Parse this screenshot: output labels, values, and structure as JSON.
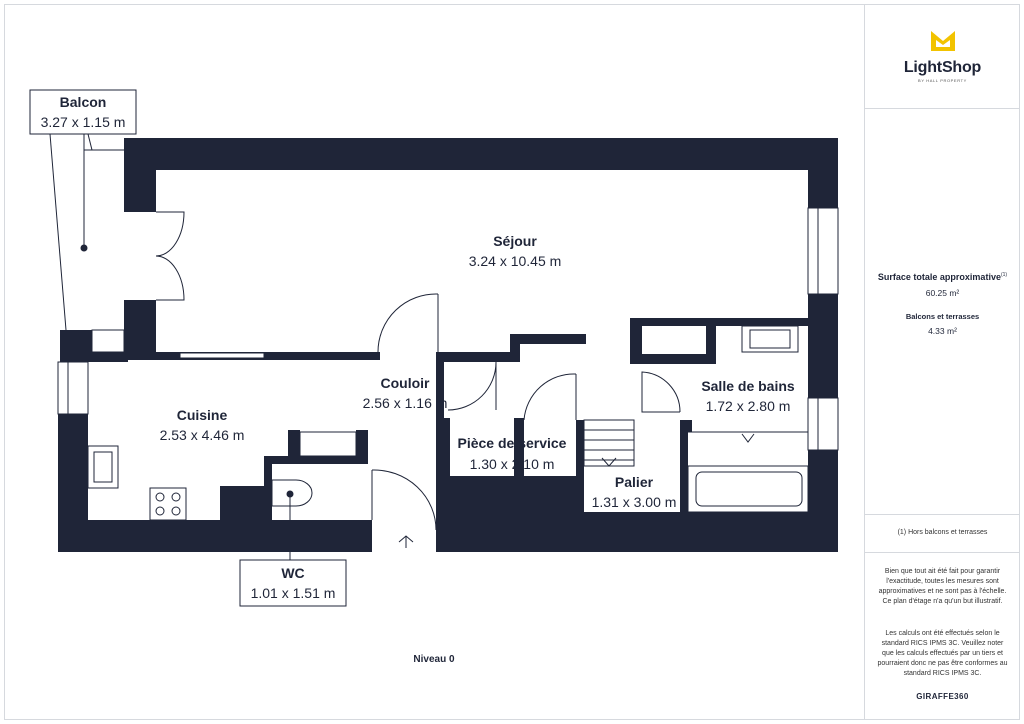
{
  "plan": {
    "level_label": "Niveau 0",
    "rooms": {
      "sejour": {
        "name": "Séjour",
        "dims": "3.24 x 10.45 m"
      },
      "cuisine": {
        "name": "Cuisine",
        "dims": "2.53 x 4.46 m"
      },
      "couloir": {
        "name": "Couloir",
        "dims": "2.56 x 1.16 m"
      },
      "piece_service": {
        "name": "Pièce de service",
        "dims": "1.30 x 2.10 m"
      },
      "palier": {
        "name": "Palier",
        "dims": "1.31 x 3.00 m"
      },
      "salle_de_bains": {
        "name": "Salle de bains",
        "dims": "1.72 x 2.80 m"
      },
      "balcon": {
        "name": "Balcon",
        "dims": "3.27 x 1.15 m"
      },
      "wc": {
        "name": "WC",
        "dims": "1.01 x 1.51 m"
      }
    }
  },
  "sidebar": {
    "logo_text": "LightShop",
    "logo_tagline": "BY HALL PROPERTY",
    "surface_label": "Surface totale approximative",
    "surface_note_marker": "(1)",
    "surface_value": "60.25 m²",
    "balcony_label": "Balcons et terrasses",
    "balcony_value": "4.33 m²",
    "footnote": "(1) Hors balcons et terrasses",
    "disclaimer_1": "Bien que tout ait été fait pour garantir l'exactitude, toutes les mesures sont approximatives et ne sont pas à l'échelle. Ce plan d'étage n'a qu'un but illustratif.",
    "disclaimer_2": "Les calculs ont été effectués selon le standard RICS IPMS 3C. Veuillez noter que les calculs effectués par un tiers et pourraient donc ne pas être conformes au standard RICS IPMS 3C.",
    "brand": "GIRAFFE360"
  },
  "colors": {
    "wall": "#1f2538",
    "accent": "#f2c300",
    "background": "#ffffff",
    "border": "#d6d9de"
  }
}
